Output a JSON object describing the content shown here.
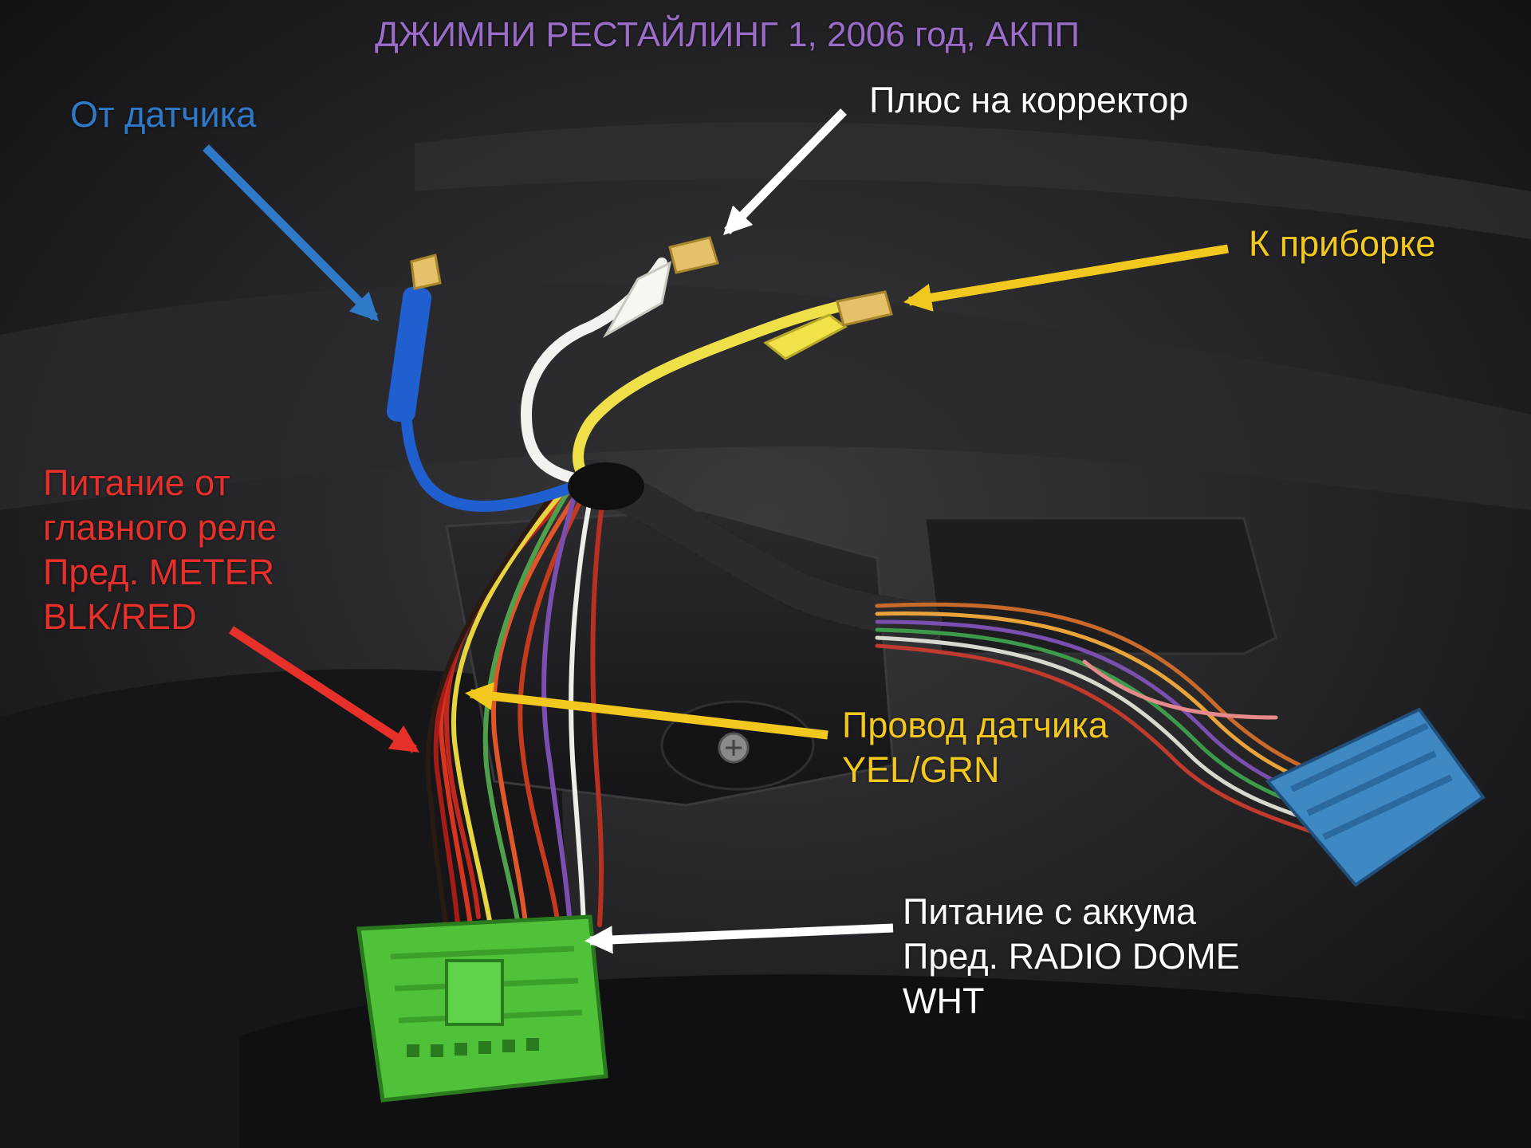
{
  "title": "ДЖИМНИ РЕСТАЙЛИНГ 1, 2006 год, АКПП",
  "annotations": {
    "sensor_in": {
      "lines": [
        "От датчика"
      ],
      "color": "#2f79c9"
    },
    "plus_corrector": {
      "lines": [
        "Плюс на корректор"
      ],
      "color": "#ffffff"
    },
    "to_cluster": {
      "lines": [
        "К приборке"
      ],
      "color": "#f2c81e"
    },
    "main_relay_power": {
      "lines": [
        "Питание от",
        "главного реле",
        "Пред. METER",
        "BLK/RED"
      ],
      "color": "#e8302b"
    },
    "sensor_wire": {
      "lines": [
        "Провод датчика",
        "YEL/GRN"
      ],
      "color": "#f2c81e"
    },
    "battery_power": {
      "lines": [
        "Питание с аккума",
        "Пред. RADIO DOME",
        "WHT"
      ],
      "color": "#ffffff"
    }
  },
  "colors": {
    "title": "#9b6cc9",
    "background": "#1b1b1d",
    "connector_green": "#4fc23a",
    "connector_blue": "#3e88c4",
    "wire_blue": "#1f5fd0",
    "wire_white": "#f2f2ee",
    "wire_yellow": "#efe04a"
  }
}
